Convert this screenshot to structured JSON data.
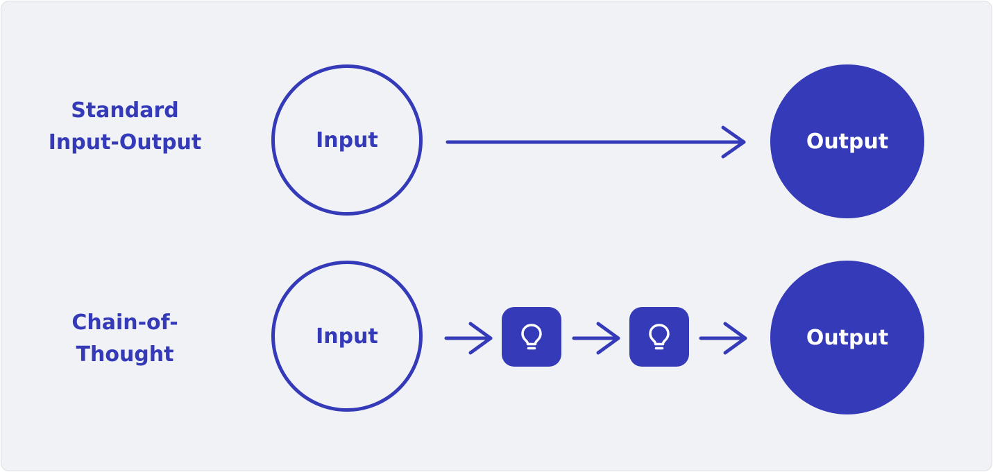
{
  "rows": {
    "standard": {
      "label_line1": "Standard",
      "label_line2": "Input-Output",
      "input_label": "Input",
      "output_label": "Output"
    },
    "cot": {
      "label_line1": "Chain-of-",
      "label_line2": "Thought",
      "input_label": "Input",
      "output_label": "Output",
      "thought_steps": [
        "lightbulb-icon",
        "lightbulb-icon"
      ]
    }
  },
  "colors": {
    "accent": "#353bb8",
    "background": "#f1f2f5",
    "border": "#dcdee3"
  }
}
